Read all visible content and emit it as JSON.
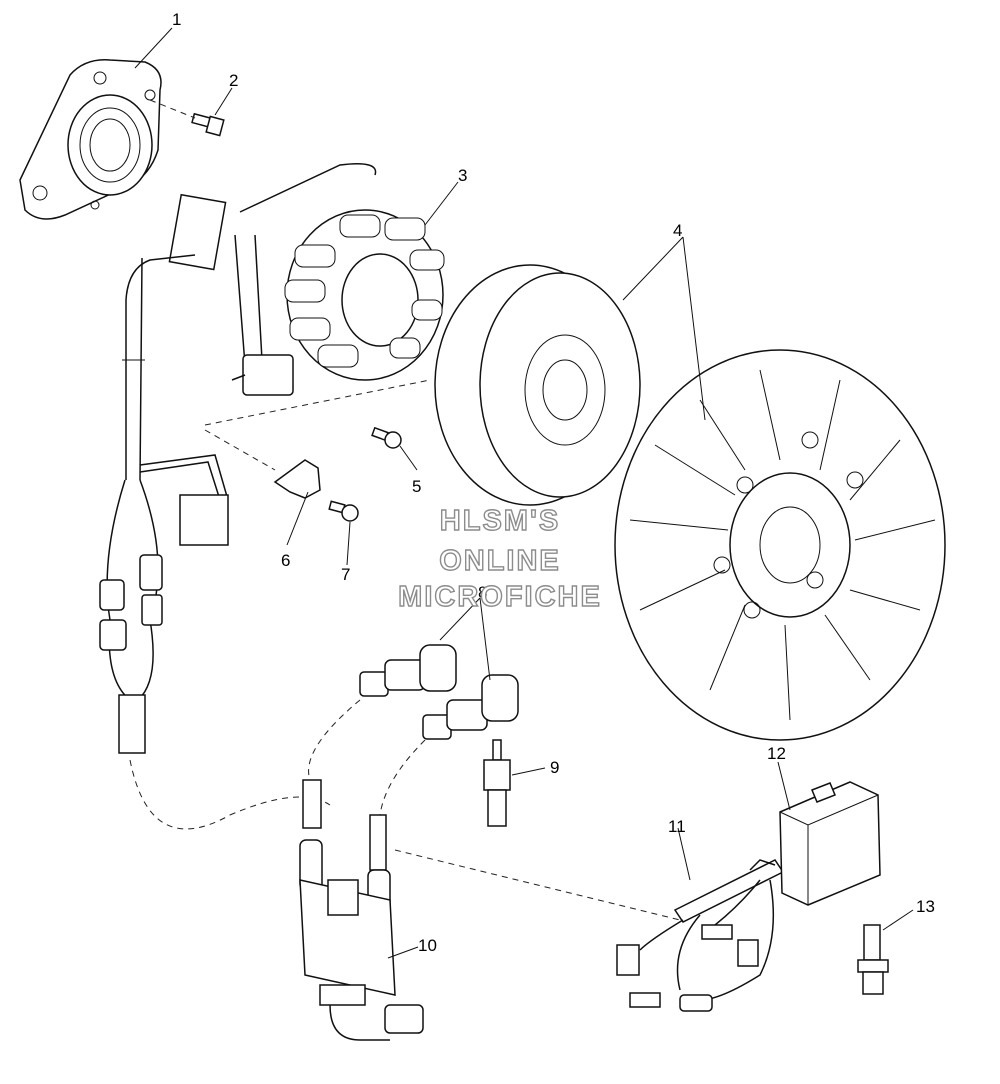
{
  "watermark": {
    "line1": "HLSM'S",
    "line2": "ONLINE",
    "line3": "MICROFICHE"
  },
  "callouts": [
    {
      "id": "1",
      "text": "1"
    },
    {
      "id": "2",
      "text": "2"
    },
    {
      "id": "3",
      "text": "3"
    },
    {
      "id": "4",
      "text": "4"
    },
    {
      "id": "5",
      "text": "5"
    },
    {
      "id": "6",
      "text": "6"
    },
    {
      "id": "7",
      "text": "7"
    },
    {
      "id": "8",
      "text": "8"
    },
    {
      "id": "9",
      "text": "9"
    },
    {
      "id": "10",
      "text": "10"
    },
    {
      "id": "11",
      "text": "11"
    },
    {
      "id": "12",
      "text": "12"
    },
    {
      "id": "13",
      "text": "13"
    }
  ],
  "colors": {
    "line": "#111111",
    "background": "#ffffff",
    "watermark_outline": "#8c8c8c"
  }
}
